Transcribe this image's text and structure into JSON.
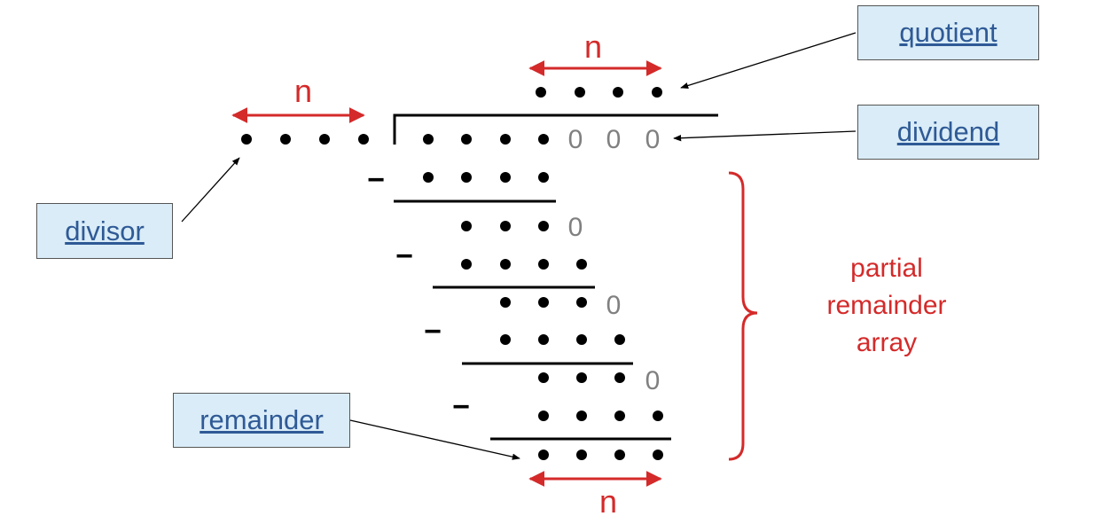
{
  "labels": {
    "quotient": "quotient",
    "dividend": "dividend",
    "divisor": "divisor",
    "remainder": "remainder"
  },
  "n_label": "n",
  "zero_digit": "0",
  "minus_sign": "−",
  "brace_caption": [
    "partial",
    "remainder",
    "array"
  ],
  "colors": {
    "accent_red": "#d42a2a",
    "dot": "#000000",
    "zero_gray": "#808080",
    "box_fill": "#d9ecf7",
    "link_blue": "#2f5a96"
  }
}
